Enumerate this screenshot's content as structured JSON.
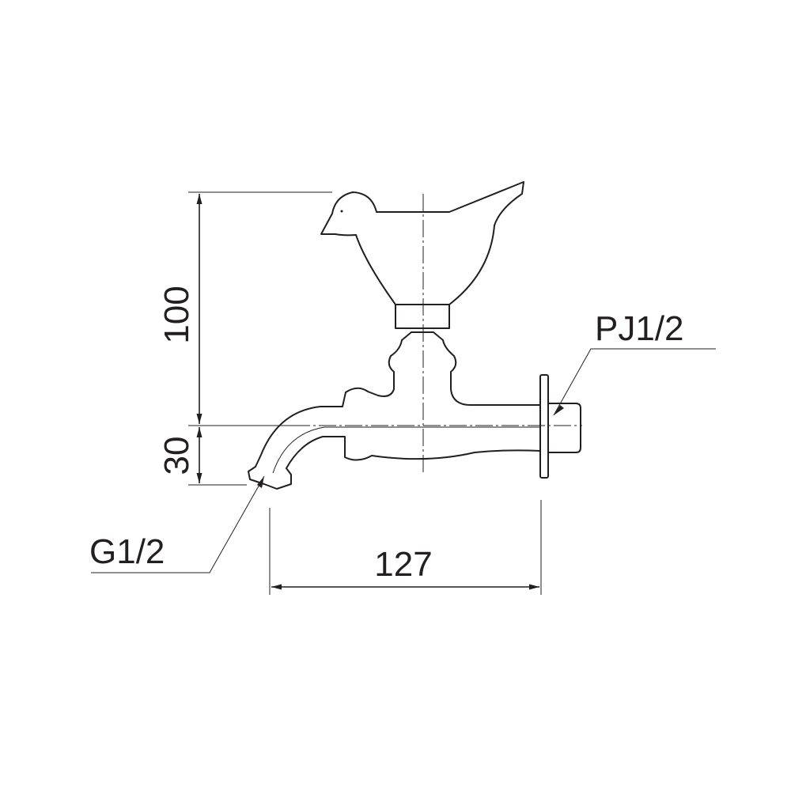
{
  "dimensions": {
    "height_upper": "100",
    "height_lower": "30",
    "width": "127"
  },
  "callouts": {
    "outlet_thread": "G1/2",
    "inlet_thread": "PJ1/2"
  },
  "colors": {
    "line": "#231f20",
    "background": "#ffffff"
  }
}
